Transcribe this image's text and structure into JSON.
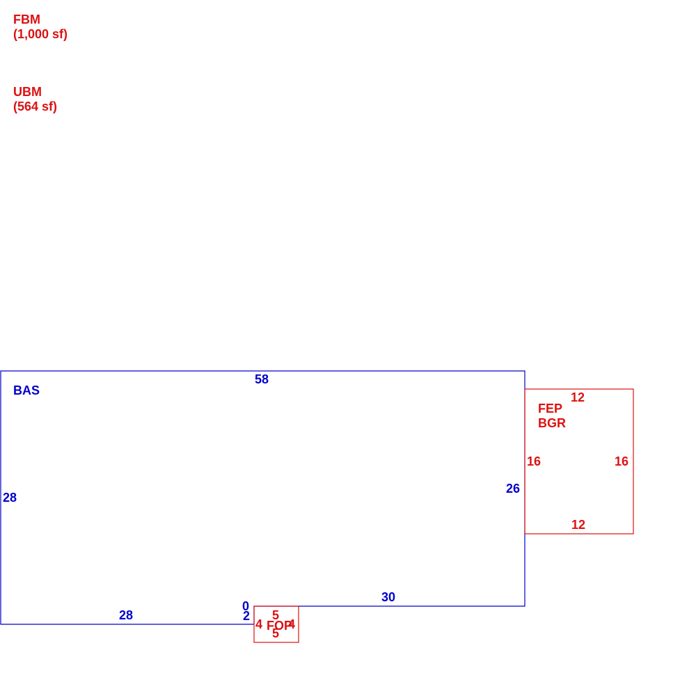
{
  "colors": {
    "main": "#0000cc",
    "secondary": "#dd1111"
  },
  "notes": [
    {
      "code": "FBM",
      "area": "(1,000 sf)"
    },
    {
      "code": "UBM",
      "area": "(564 sf)"
    }
  ],
  "areas": {
    "bas": {
      "code": "BAS",
      "dims": {
        "top": "58",
        "left": "28",
        "right": "26",
        "bottom_left": "28",
        "bottom_right": "30",
        "step_top": "0",
        "step_side": "2"
      }
    },
    "fep": {
      "code1": "FEP",
      "code2": "BGR",
      "dims": {
        "top": "12",
        "bottom": "12",
        "left": "16",
        "right": "16"
      }
    },
    "fop": {
      "code": "FOP",
      "dims": {
        "top": "5",
        "bottom": "5",
        "left": "4",
        "right": "4"
      }
    }
  }
}
